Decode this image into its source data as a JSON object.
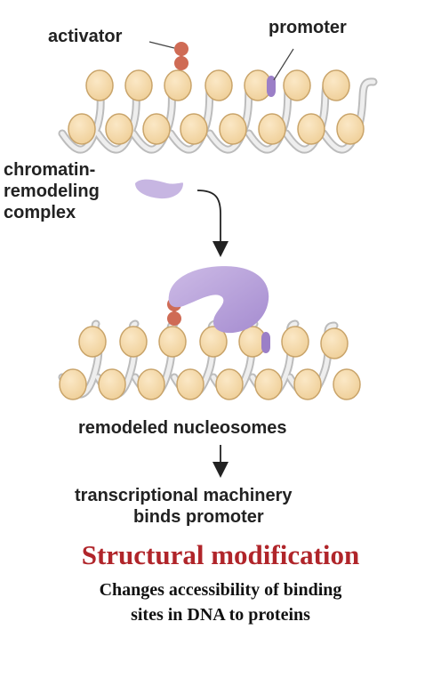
{
  "labels": {
    "activator": "activator",
    "promoter": "promoter",
    "complex_line1": "chromatin-",
    "complex_line2": "remodeling",
    "complex_line3": "complex",
    "remodeled": "remodeled nucleosomes",
    "machinery_line1": "transcriptional machinery",
    "machinery_line2": "binds promoter"
  },
  "caption": {
    "title": "Structural modification",
    "line1": "Changes accessibility of binding",
    "line2": "sites in DNA to proteins"
  },
  "colors": {
    "title": "#b0252a",
    "nucleosome_fill": "#f6d9a8",
    "nucleosome_stroke": "#c9a46a",
    "dna": "#e6e6e6",
    "activator": "#cf6b55",
    "remodeling_complex": "#b9a3d9",
    "promoter_mark": "#9b7fc7"
  }
}
